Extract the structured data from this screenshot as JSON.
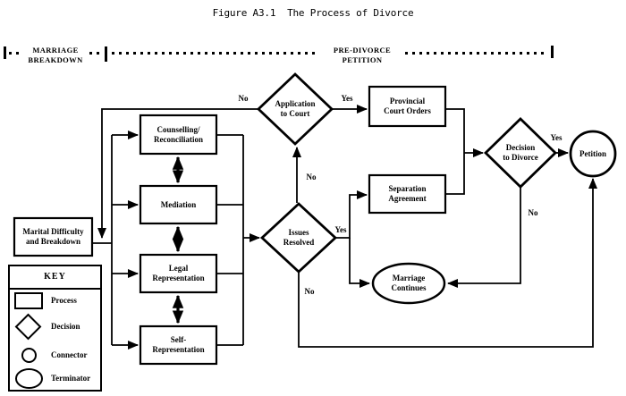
{
  "title": "Figure A3.1  The Process of Divorce",
  "phases": {
    "left": {
      "line1": "MARRIAGE",
      "line2": "BREAKDOWN"
    },
    "right": {
      "line1": "PRE-DIVORCE",
      "line2": "PETITION"
    }
  },
  "nodes": {
    "marital": {
      "line1": "Marital Difficulty",
      "line2": "and Breakdown"
    },
    "counselling": {
      "line1": "Counselling/",
      "line2": "Reconciliation"
    },
    "mediation": {
      "line1": "Mediation"
    },
    "legal": {
      "line1": "Legal",
      "line2": "Representation"
    },
    "self": {
      "line1": "Self-",
      "line2": "Representation"
    },
    "application": {
      "line1": "Application",
      "line2": "to Court"
    },
    "issues": {
      "line1": "Issues",
      "line2": "Resolved"
    },
    "provincial": {
      "line1": "Provincial",
      "line2": "Court Orders"
    },
    "separation": {
      "line1": "Separation",
      "line2": "Agreement"
    },
    "decision": {
      "line1": "Decision",
      "line2": "to Divorce"
    },
    "marriage_continues": {
      "line1": "Marriage",
      "line2": "Continues"
    },
    "petition": {
      "line1": "Petition"
    }
  },
  "edge_labels": {
    "application_no": "No",
    "application_yes": "Yes",
    "issues_to_application_no": "No",
    "issues_yes": "Yes",
    "issues_no": "No",
    "decision_yes": "Yes",
    "decision_no": "No"
  },
  "key": {
    "title": "KEY",
    "items": [
      {
        "shape": "process-shape",
        "label": "Process"
      },
      {
        "shape": "decision-shape",
        "label": "Decision"
      },
      {
        "shape": "connector-shape",
        "label": "Connector"
      },
      {
        "shape": "terminator-shape",
        "label": "Terminator"
      }
    ]
  },
  "colors": {
    "ink": "#000000",
    "paper": "#ffffff"
  }
}
